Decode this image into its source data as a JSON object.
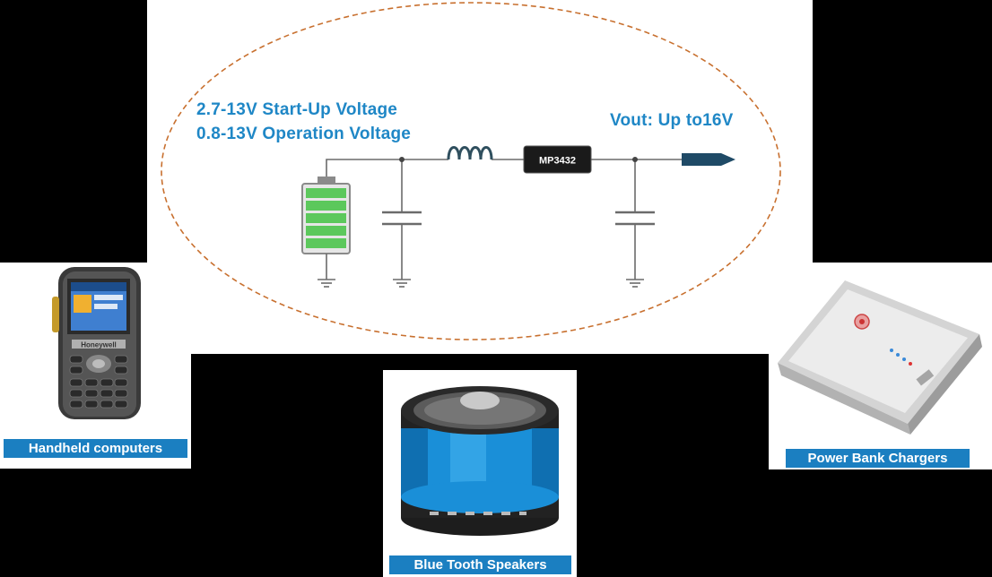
{
  "circuit": {
    "startup_voltage": "2.7-13V Start-Up Voltage",
    "operation_voltage": "0.8-13V Operation Voltage",
    "vout": "Vout: Up to16V",
    "chip_label": "MP3432",
    "accent_color": "#1f87c6",
    "ellipse_color": "#c8702f"
  },
  "applications": [
    {
      "caption": "Handheld computers",
      "icon": "handheld-computer-icon"
    },
    {
      "caption": "Blue Tooth Speakers",
      "icon": "bluetooth-speaker-icon"
    },
    {
      "caption": "Power Bank Chargers",
      "icon": "power-bank-icon"
    }
  ],
  "handheld_brand": "Honeywell"
}
